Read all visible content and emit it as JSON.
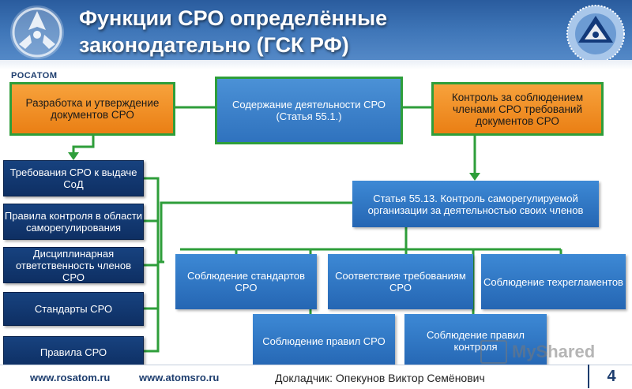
{
  "header": {
    "title_line1": "Функции СРО определённые",
    "title_line2": "законодательно (ГСК РФ)",
    "brand": "РОСАТОМ"
  },
  "boxes": {
    "develop": "Разработка и утверждение документов СРО",
    "content": "Содержание деятельности СРО (Статья 55.1.)",
    "control": "Контроль за соблюдением членами СРО требований документов СРО",
    "req_sod": "Требования СРО к выдаче СоД",
    "rules_control": "Правила контроля в области саморегулирования",
    "discipline": "Дисциплинарная ответственность членов СРО",
    "standards": "Стандарты СРО",
    "rules": "Правила СРО",
    "article": "Статья 55.13. Контроль саморегулируемой организации за деятельностью своих членов",
    "comply_standards": "Соблюдение стандартов СРО",
    "conform_req": "Соответствие требованиям  СРО",
    "comply_tech": "Соблюдение техрегламентов",
    "comply_rules": "Соблюдение правил СРО",
    "comply_rules_control": "Соблюдение правил контроля"
  },
  "footer": {
    "site1": "www.rosatom.ru",
    "site2": "www.atomsro.ru",
    "speaker": "Докладчик: Опекунов Виктор Семёнович",
    "page": "4"
  },
  "watermark": "MyShared",
  "colors": {
    "header_blue": "#3f76b8",
    "orange": "#f08a1e",
    "navy": "#12397a",
    "box_blue": "#2f72be",
    "connector_green": "#2e9e3a"
  }
}
